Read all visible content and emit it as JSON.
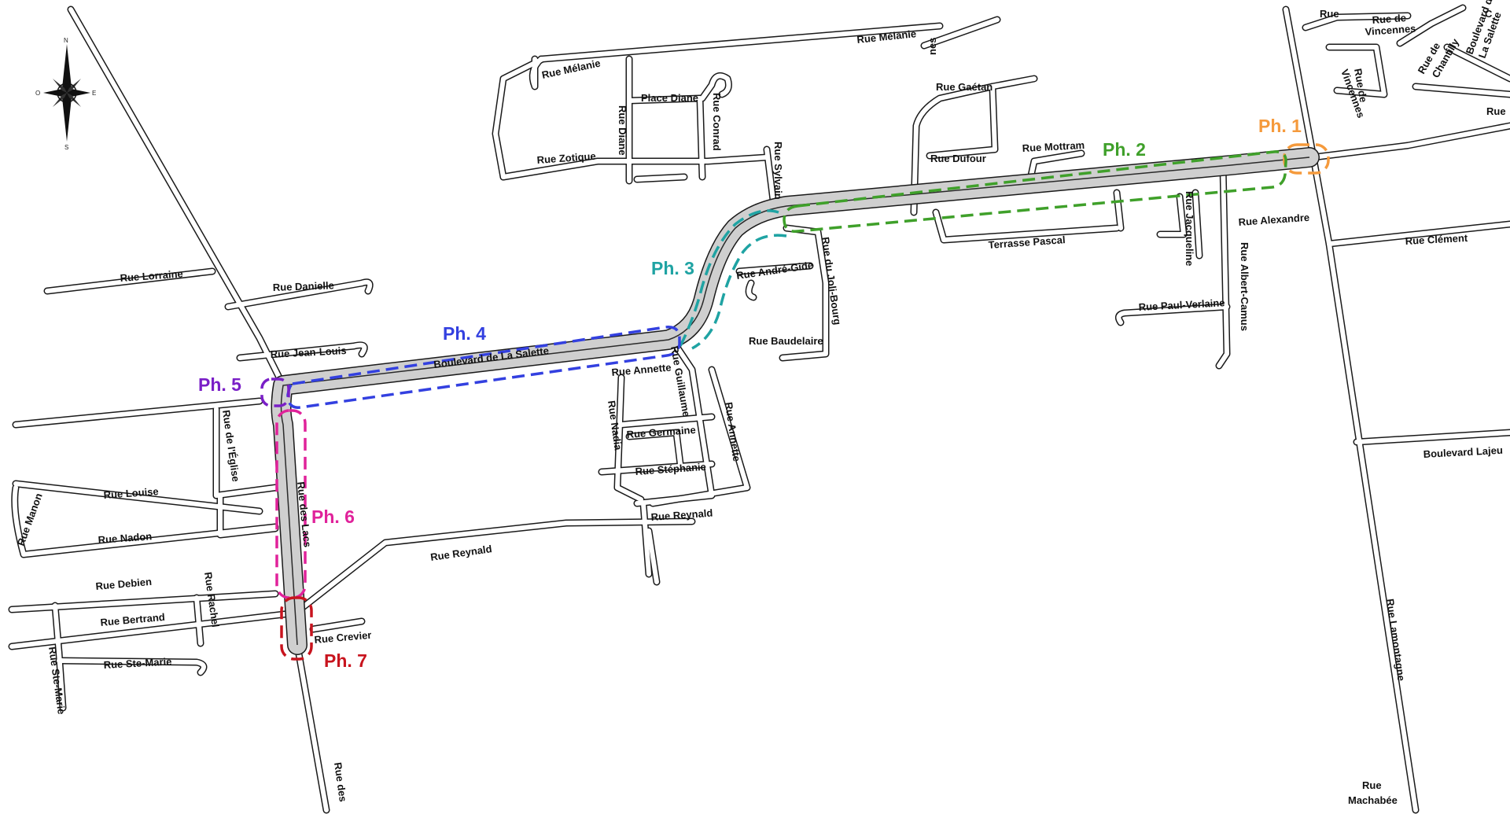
{
  "phases": [
    {
      "label": "Ph. 1",
      "color": "#f59a3c"
    },
    {
      "label": "Ph. 2",
      "color": "#3fa02a"
    },
    {
      "label": "Ph. 3",
      "color": "#1fa3a3"
    },
    {
      "label": "Ph. 4",
      "color": "#3340e0"
    },
    {
      "label": "Ph. 5",
      "color": "#7a1fc7"
    },
    {
      "label": "Ph. 6",
      "color": "#e0229a"
    },
    {
      "label": "Ph. 7",
      "color": "#c8141e"
    }
  ],
  "compass": {
    "n": "N",
    "s": "S",
    "e": "E",
    "w": "O"
  },
  "streets": {
    "melanie_top": "Rue Mélanie",
    "melanie_left": "Rue Mélanie",
    "nes": "nes",
    "place_diane": "Place Diane",
    "rue_diane": "Rue Diane",
    "rue_conrad": "Rue Conrad",
    "rue_zotique": "Rue Zotique",
    "rue_sylvain": "Rue Sylvain",
    "rue_gaetan": "Rue Gaétan",
    "rue_dufour": "Rue Dufour",
    "rue_mottram": "Rue Mottram",
    "terrasse_pascal": "Terrasse  Pascal",
    "rue_jacqueline": "Rue Jacqueline",
    "rue_alexandre": "Rue Alexandre",
    "rue_albert_camus": "Rue Albert-Camus",
    "rue_paul_verlaine": "Rue Paul-Verlaine",
    "rue_clement": "Rue Clément",
    "boulevard_lajeunesse": "Boulevard Lajeu",
    "rue_lamontagne": "Rue Lamontagne",
    "rue_machabee_1": "Rue",
    "rue_machabee_2": "Machabée",
    "rue_vincennes_top_1": "Rue de",
    "rue_vincennes_top_2": "Vincennes",
    "rue_vincennes_mid_1": "Rue de",
    "rue_vincennes_mid_2": "Vincennes",
    "rue_chantilly_1": "Rue de",
    "rue_chantilly_2": "Chantilly",
    "boulevard_salette_ne_1": "Boulevard de",
    "boulevard_salette_ne_2": "La Salette",
    "rue_cut_1": "Rue",
    "rue_cut_2": "C",
    "rue_cut_3": "Rue",
    "rue_andre_gide": "Rue André-Gide",
    "rue_joli_bourg": "Rue du Joli-Bourg",
    "rue_baudelaire": "Rue Baudelaire",
    "rue_lorraine": "Rue Lorraine",
    "rue_danielle": "Rue Danielle",
    "rue_jean_louis": "Rue Jean-Louis",
    "boulevard_la_salette": "Boulevard de La Salette",
    "rue_guillaume": "Rue Guillaume",
    "rue_annette_h": "Rue Annette",
    "rue_annette_v": "Rue Annette",
    "rue_nadia": "Rue Nadia",
    "rue_germaine": "Rue Germaine",
    "rue_stephanie": "Rue Stéphanie",
    "rue_reynald_e": "Rue Reynald",
    "rue_reynald_w": "Rue Reynald",
    "rue_eglise": "Rue de l'Église",
    "rue_louise": "Rue Louise",
    "rue_manon": "Rue Manon",
    "rue_nadon": "Rue Nadon",
    "rue_des_lacs": "Rue des Lacs",
    "rue_des_lacs_s": "Rue des",
    "rue_debien": "Rue Debien",
    "rue_rachel": "Rue Rachel",
    "rue_bertrand": "Rue Bertrand",
    "rue_crevier": "Rue Crevier",
    "rue_ste_marie_h": "Rue Ste-Marie",
    "rue_ste_marie_v": "Rue Ste-Marie"
  }
}
